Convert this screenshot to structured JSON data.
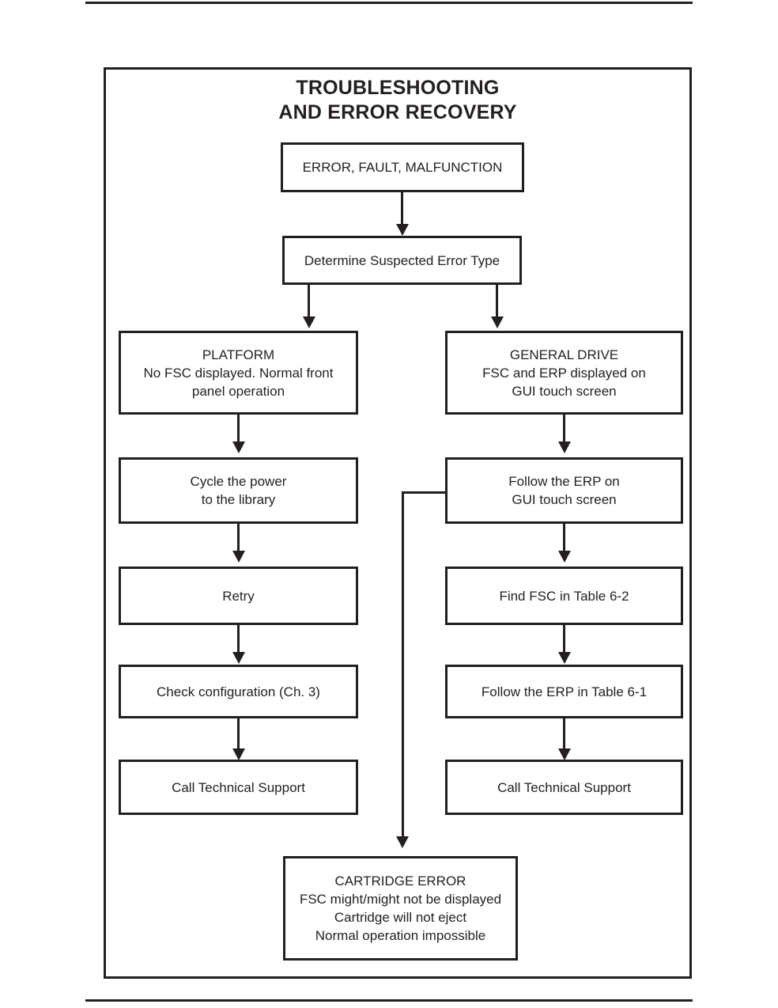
{
  "figure": {
    "title": "TROUBLESHOOTING\nAND ERROR RECOVERY"
  },
  "nodes": {
    "error_fault": "ERROR, FAULT, MALFUNCTION",
    "determine": "Determine Suspected Error Type",
    "platform": "PLATFORM\nNo FSC displayed. Normal front\npanel operation",
    "general_drive": "GENERAL DRIVE\nFSC and ERP displayed on\nGUI touch screen",
    "cycle_power": "Cycle the power\nto the library",
    "follow_erp_gui": "Follow the ERP on\nGUI touch screen",
    "retry": "Retry",
    "find_fsc": "Find FSC in Table 6-2",
    "check_config": "Check configuration (Ch. 3)",
    "follow_erp_table": "Follow the ERP in Table 6-1",
    "call_support_left": "Call Technical Support",
    "call_support_right": "Call Technical Support",
    "cartridge_error": "CARTRIDGE ERROR\nFSC might/might not be displayed\nCartridge will not eject\nNormal operation impossible"
  },
  "colors": {
    "ink": "#231f20",
    "paper": "#ffffff"
  },
  "chart_data": {
    "type": "diagram",
    "title": "TROUBLESHOOTING AND ERROR RECOVERY",
    "nodes": [
      {
        "id": "error_fault",
        "label": "ERROR, FAULT, MALFUNCTION"
      },
      {
        "id": "determine",
        "label": "Determine Suspected Error Type"
      },
      {
        "id": "platform",
        "label": "PLATFORM / No FSC displayed. Normal front panel operation"
      },
      {
        "id": "general_drive",
        "label": "GENERAL DRIVE / FSC and ERP displayed on GUI touch screen"
      },
      {
        "id": "cycle_power",
        "label": "Cycle the power to the library"
      },
      {
        "id": "follow_erp_gui",
        "label": "Follow the ERP on GUI touch screen"
      },
      {
        "id": "retry",
        "label": "Retry"
      },
      {
        "id": "find_fsc",
        "label": "Find FSC in Table 6-2"
      },
      {
        "id": "check_config",
        "label": "Check configuration (Ch. 3)"
      },
      {
        "id": "follow_erp_table",
        "label": "Follow the ERP in Table 6-1"
      },
      {
        "id": "call_support_left",
        "label": "Call Technical Support"
      },
      {
        "id": "call_support_right",
        "label": "Call Technical Support"
      },
      {
        "id": "cartridge_error",
        "label": "CARTRIDGE ERROR / FSC might/might not be displayed / Cartridge will not eject / Normal operation impossible"
      }
    ],
    "edges": [
      {
        "from": "error_fault",
        "to": "determine"
      },
      {
        "from": "determine",
        "to": "platform"
      },
      {
        "from": "determine",
        "to": "general_drive"
      },
      {
        "from": "platform",
        "to": "cycle_power"
      },
      {
        "from": "cycle_power",
        "to": "retry"
      },
      {
        "from": "retry",
        "to": "check_config"
      },
      {
        "from": "check_config",
        "to": "call_support_left"
      },
      {
        "from": "general_drive",
        "to": "follow_erp_gui"
      },
      {
        "from": "follow_erp_gui",
        "to": "find_fsc"
      },
      {
        "from": "find_fsc",
        "to": "follow_erp_table"
      },
      {
        "from": "follow_erp_table",
        "to": "call_support_right"
      },
      {
        "from": "follow_erp_gui",
        "to": "cartridge_error"
      }
    ]
  }
}
